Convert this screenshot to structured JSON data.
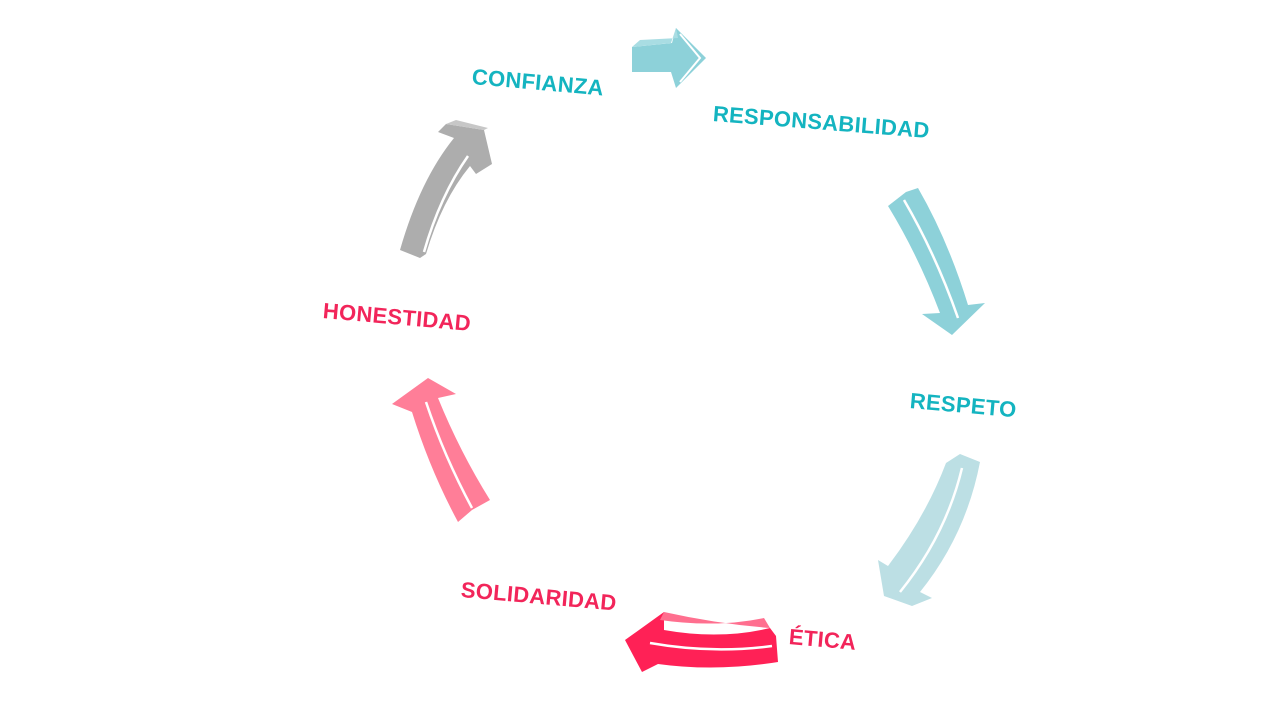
{
  "colors": {
    "teal_text": "#14b4c0",
    "pink_text": "#f2255a",
    "arrow_teal": "#8dd1d9",
    "arrow_light_teal": "#bcdfe4",
    "arrow_gray": "#adadad",
    "arrow_pink": "#ff7e98",
    "arrow_red": "#ff2156"
  },
  "cycle": {
    "steps": [
      {
        "label": "CONFIANZA",
        "arrow": "arrow-right-icon"
      },
      {
        "label": "RESPONSABILIDAD",
        "arrow": "arrow-curved-down-icon"
      },
      {
        "label": "RESPETO",
        "arrow": "arrow-curved-down-left-icon"
      },
      {
        "label": "ÉTICA",
        "arrow": "arrow-curved-left-icon"
      },
      {
        "label": "SOLIDARIDAD",
        "arrow": "arrow-curved-up-left-icon"
      },
      {
        "label": "HONESTIDAD",
        "arrow": "arrow-curved-up-icon"
      }
    ]
  }
}
